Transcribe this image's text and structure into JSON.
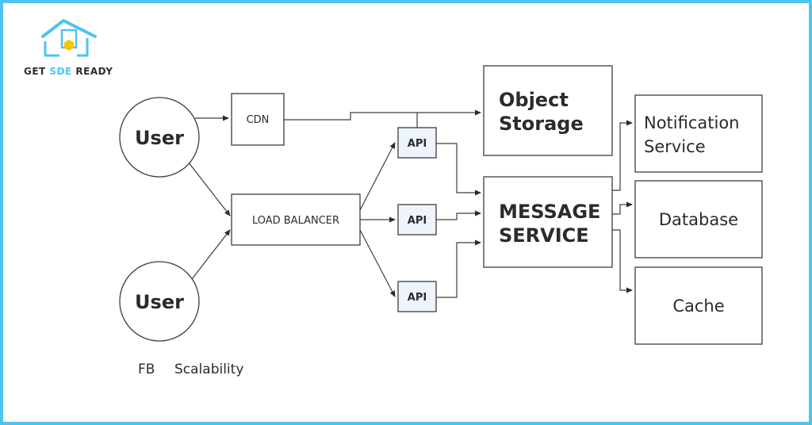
{
  "brand": {
    "prefix": "GET ",
    "highlight": "SDE",
    "suffix": " READY"
  },
  "nodes": {
    "user_top": "User",
    "user_bottom": "User",
    "cdn": "CDN",
    "load_balancer": "LOAD BALANCER",
    "api_top": "API",
    "api_middle": "API",
    "api_bottom": "API",
    "object_storage": [
      "Object",
      "Storage"
    ],
    "message_service": [
      "MESSAGE",
      "SERVICE"
    ],
    "notification_service": [
      "Notification",
      "Service"
    ],
    "database": "Database",
    "cache": "Cache"
  },
  "caption": {
    "left": "FB",
    "right": "Scalability"
  },
  "colors": {
    "frame": "#4fc3ee",
    "api_fill": "#eef4fb",
    "logo_accent": "#4fc3ee",
    "logo_dot": "#f5c400"
  }
}
